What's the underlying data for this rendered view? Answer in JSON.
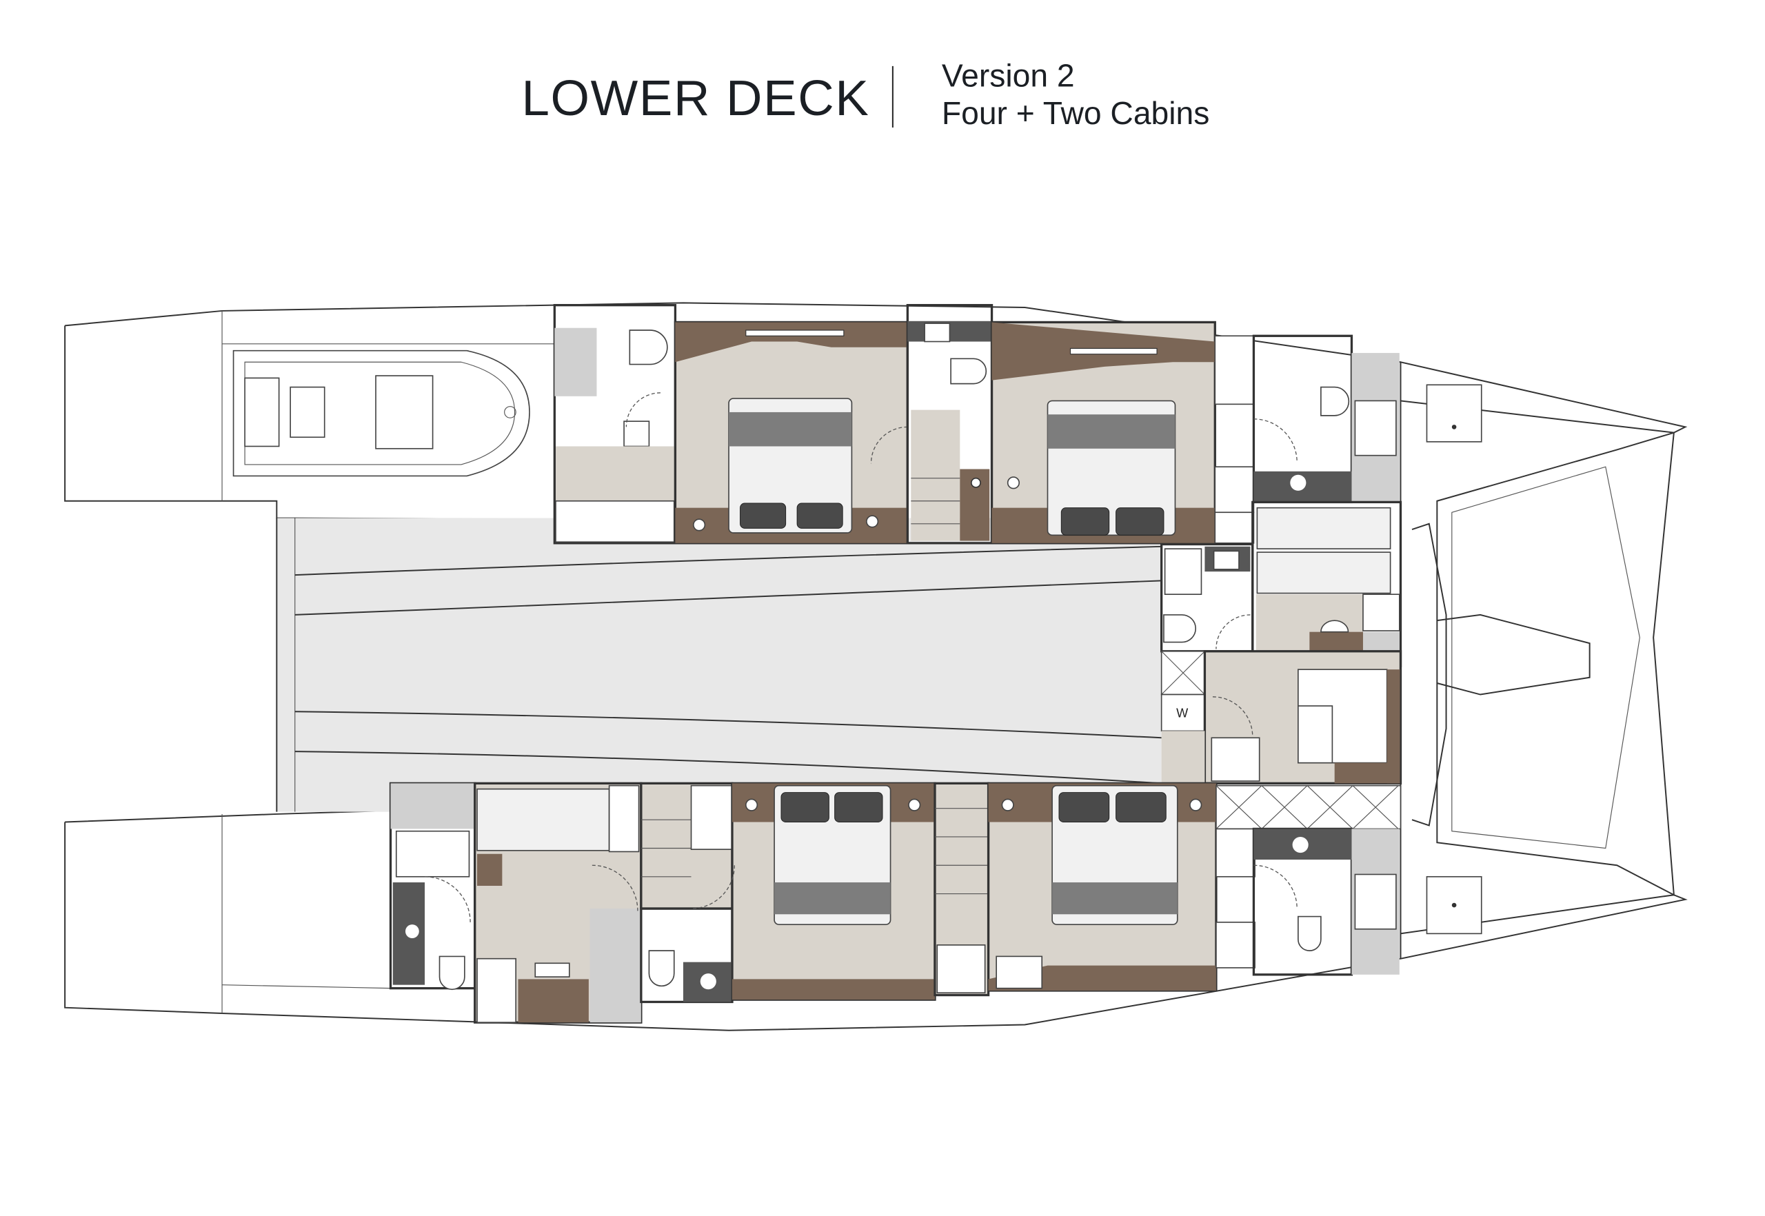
{
  "header": {
    "title": "LOWER DECK",
    "version": "Version 2",
    "layout": "Four + Two Cabins"
  },
  "plan": {
    "washer_label": "W"
  },
  "colors": {
    "wood_floor": "#d9d4cc",
    "dark_wood": "#7b6656",
    "tile": "#d0d0d0",
    "pillow": "#4a4a4a"
  }
}
